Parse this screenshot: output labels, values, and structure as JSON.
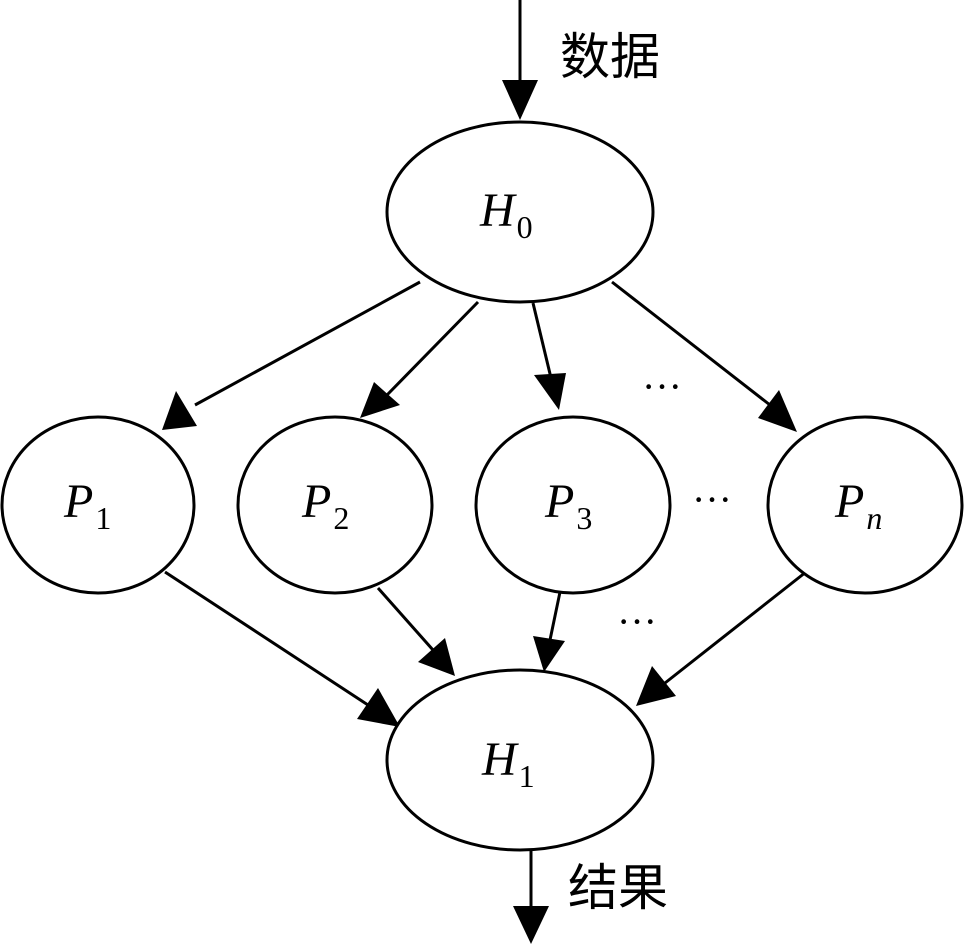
{
  "io": {
    "input_label": "数据",
    "output_label": "结果"
  },
  "nodes": {
    "h0": {
      "symbol": "H",
      "subscript": "0"
    },
    "p1": {
      "symbol": "P",
      "subscript": "1"
    },
    "p2": {
      "symbol": "P",
      "subscript": "2"
    },
    "p3": {
      "symbol": "P",
      "subscript": "3"
    },
    "pn": {
      "symbol": "P",
      "subscript": "n"
    },
    "h1": {
      "symbol": "H",
      "subscript": "1"
    }
  },
  "ellipsis": {
    "top": "···",
    "middle": "···",
    "bottom": "···"
  }
}
